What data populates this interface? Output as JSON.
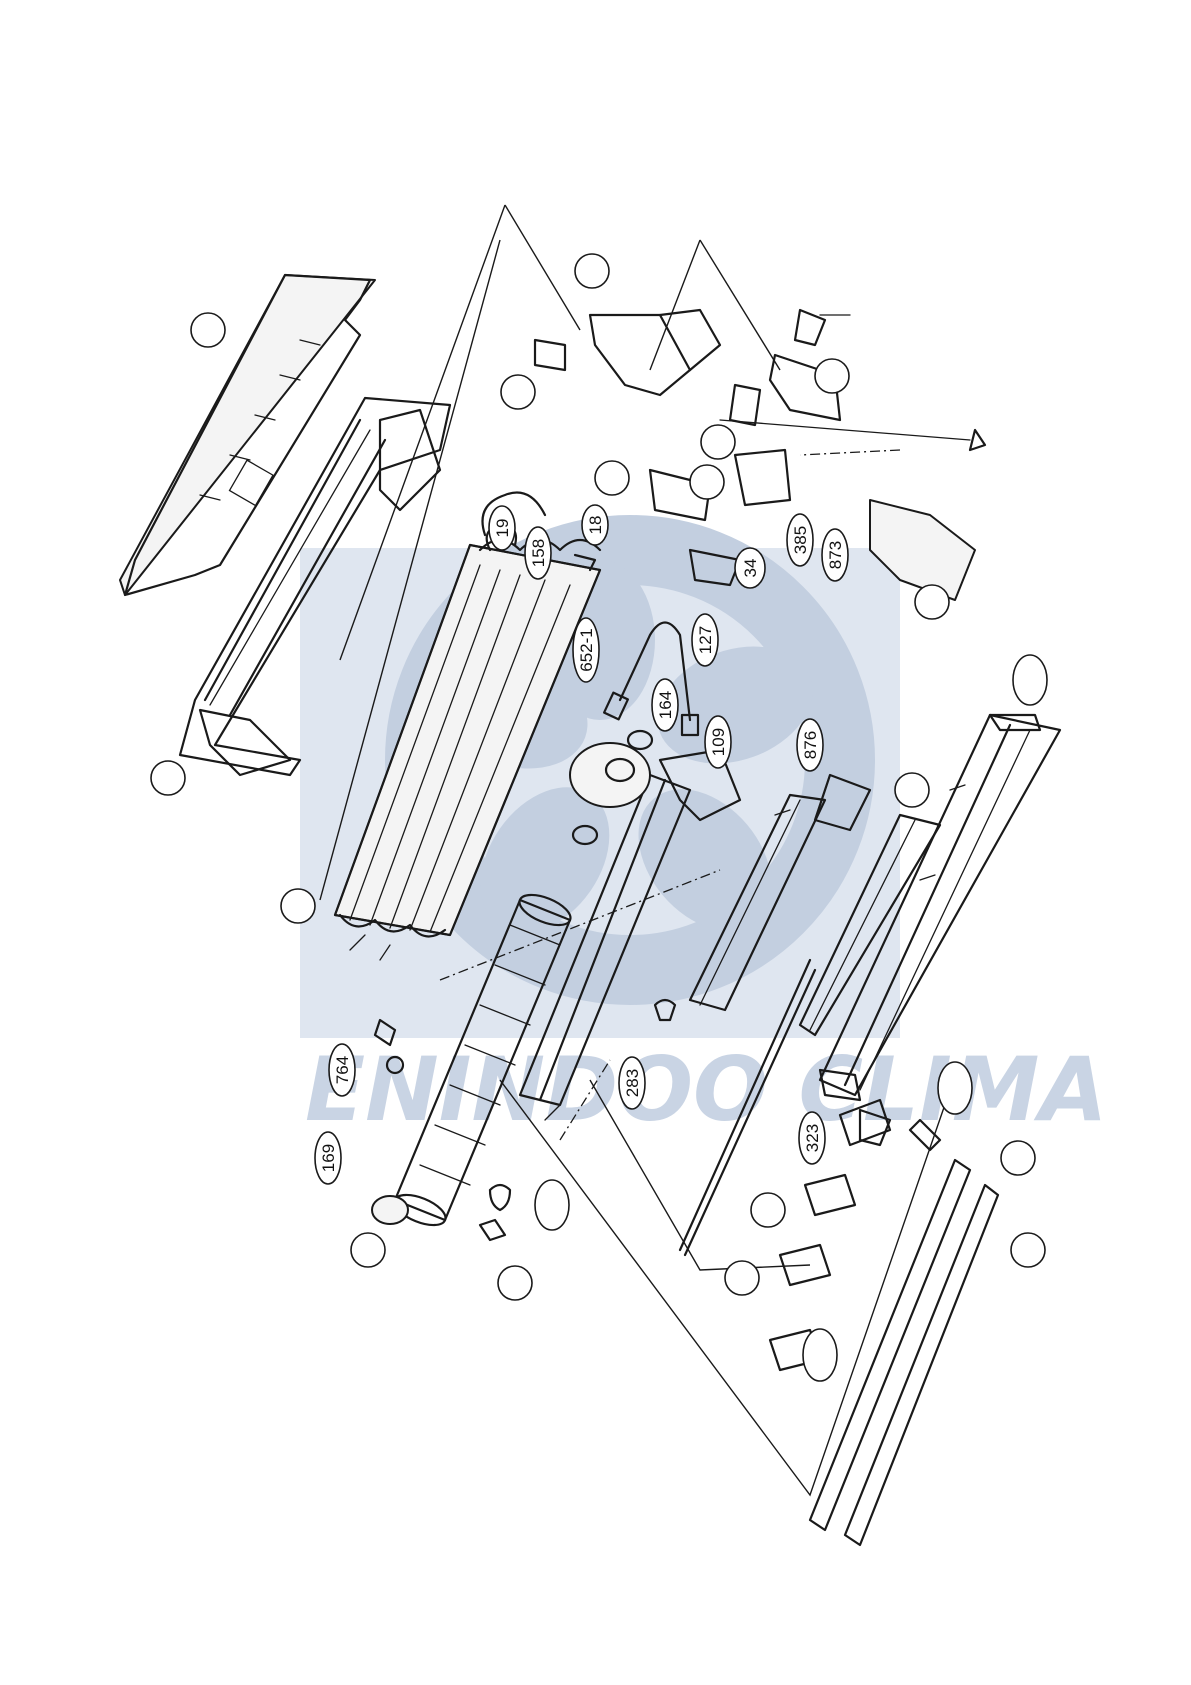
{
  "colors": {
    "line": "#1a1a1a",
    "watermark_panel": "#dfe6f0",
    "watermark_logo": "#c3cfe0",
    "background": "#ffffff"
  },
  "watermark": {
    "text": "ENINDOO CLIMA"
  },
  "callouts": [
    {
      "id": "c-blank-rear-plate",
      "label": ""
    },
    {
      "id": "c-blank-top-box",
      "label": ""
    },
    {
      "id": "c-blank-clamp",
      "label": ""
    },
    {
      "id": "c-blank-pcb",
      "label": ""
    },
    {
      "id": "c-blank-terminal",
      "label": ""
    },
    {
      "id": "c-blank-bracket",
      "label": ""
    },
    {
      "id": "c-blank-sensor-holder",
      "label": ""
    },
    {
      "id": "c-blank-connector",
      "label": ""
    },
    {
      "id": "c-19",
      "label": "19"
    },
    {
      "id": "c-158",
      "label": "158"
    },
    {
      "id": "c-18",
      "label": "18"
    },
    {
      "id": "c-34",
      "label": "34"
    },
    {
      "id": "c-385",
      "label": "385"
    },
    {
      "id": "c-873",
      "label": "873"
    },
    {
      "id": "c-652-1",
      "label": "652-1"
    },
    {
      "id": "c-127",
      "label": "127"
    },
    {
      "id": "c-164",
      "label": "164"
    },
    {
      "id": "c-109",
      "label": "109"
    },
    {
      "id": "c-876",
      "label": "876"
    },
    {
      "id": "c-blank-frame",
      "label": ""
    },
    {
      "id": "c-blank-front-panel",
      "label": ""
    },
    {
      "id": "c-blank-drain",
      "label": ""
    },
    {
      "id": "c-blank-evaporator",
      "label": ""
    },
    {
      "id": "c-764",
      "label": "764"
    },
    {
      "id": "c-169",
      "label": "169"
    },
    {
      "id": "c-283",
      "label": "283"
    },
    {
      "id": "c-323",
      "label": "323"
    },
    {
      "id": "c-blank-bearing",
      "label": ""
    },
    {
      "id": "c-blank-screw",
      "label": ""
    },
    {
      "id": "c-blank-fan-motor-end",
      "label": ""
    },
    {
      "id": "c-blank-link",
      "label": ""
    },
    {
      "id": "c-blank-louver-1",
      "label": ""
    },
    {
      "id": "c-blank-louver-2",
      "label": ""
    },
    {
      "id": "c-blank-louver-3",
      "label": ""
    },
    {
      "id": "c-blank-vane",
      "label": ""
    },
    {
      "id": "c-blank-louver-4",
      "label": ""
    },
    {
      "id": "c-blank-vane-2",
      "label": ""
    }
  ]
}
